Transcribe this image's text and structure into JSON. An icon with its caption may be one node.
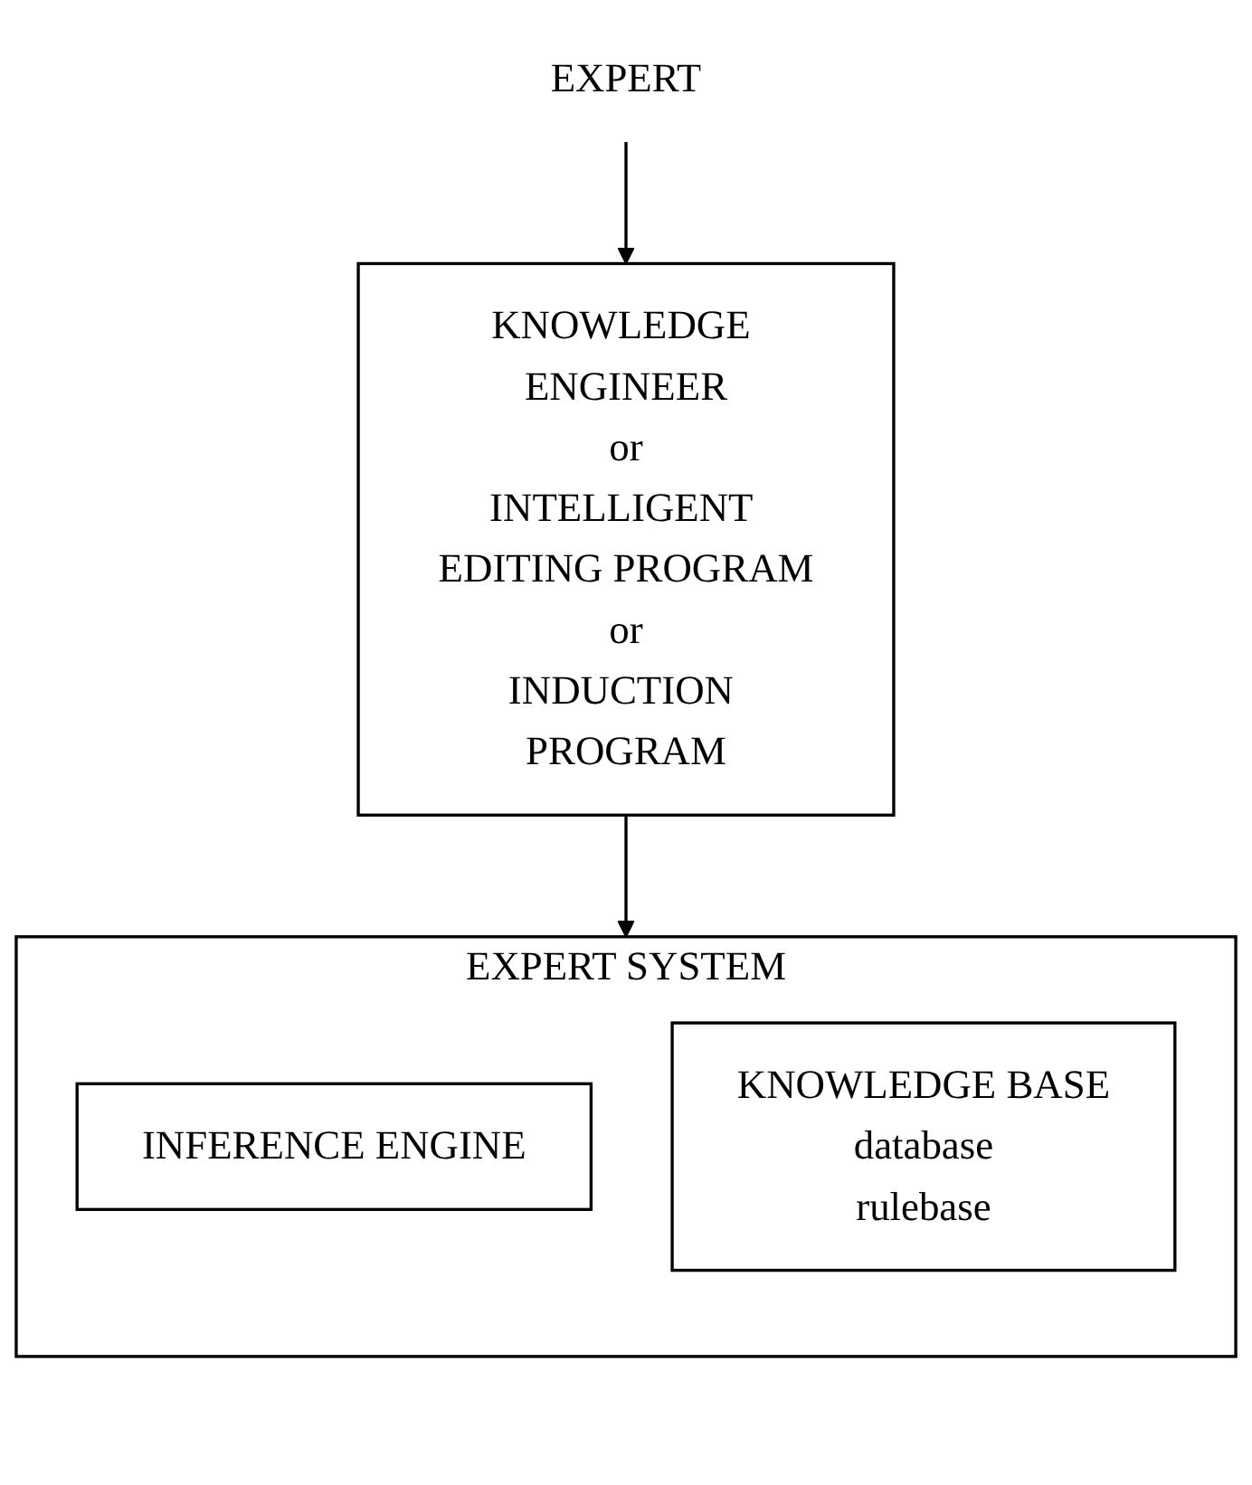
{
  "diagram": {
    "nodes": [
      {
        "text": [
          "EXPERT"
        ]
      },
      {
        "text": [
          "KNOWLEDGE ENGINEER",
          "or",
          "INTELLIGENT EDITING PROGRAM",
          "or",
          "INDUCTION PROGRAM"
        ]
      },
      {
        "text": [
          "EXPERT SYSTEM"
        ]
      },
      {
        "text": [
          "INFERENCE ENGINE"
        ],
        "in": 2
      },
      {
        "text": [
          "KNOWLEDGE BASE",
          "database",
          "rulebase"
        ],
        "in": 2
      }
    ],
    "edges": [
      {
        "from": 0,
        "to": 1,
        "arrow": "to"
      },
      {
        "from": 1,
        "to": 2,
        "arrow": "to"
      }
    ]
  }
}
